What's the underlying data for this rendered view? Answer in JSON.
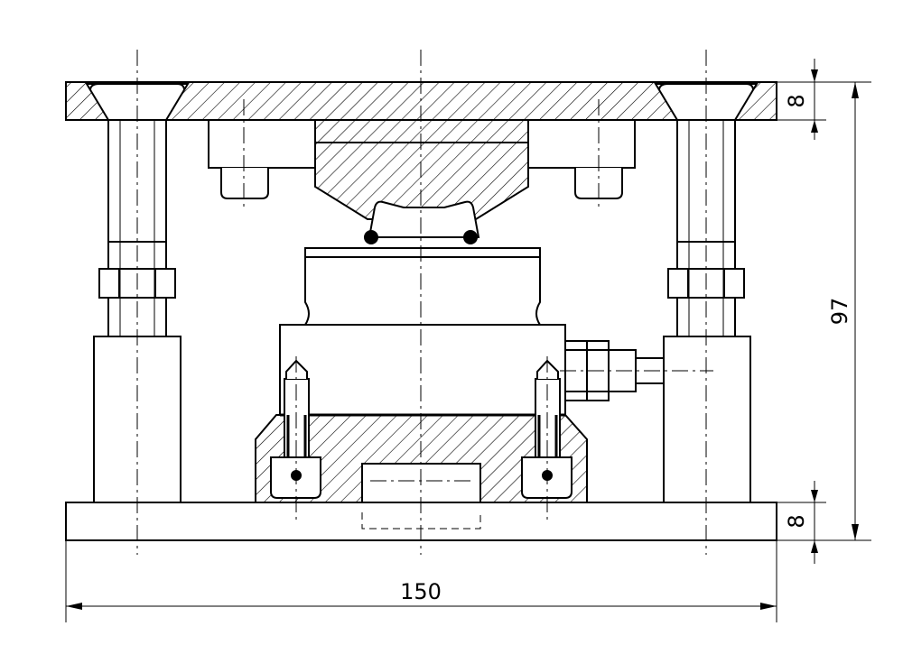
{
  "dimensions": {
    "overall_width": "150",
    "overall_height": "97",
    "top_plate_thickness": "8",
    "base_plate_thickness": "8"
  },
  "colors": {
    "line": "#000000",
    "background": "#ffffff"
  }
}
